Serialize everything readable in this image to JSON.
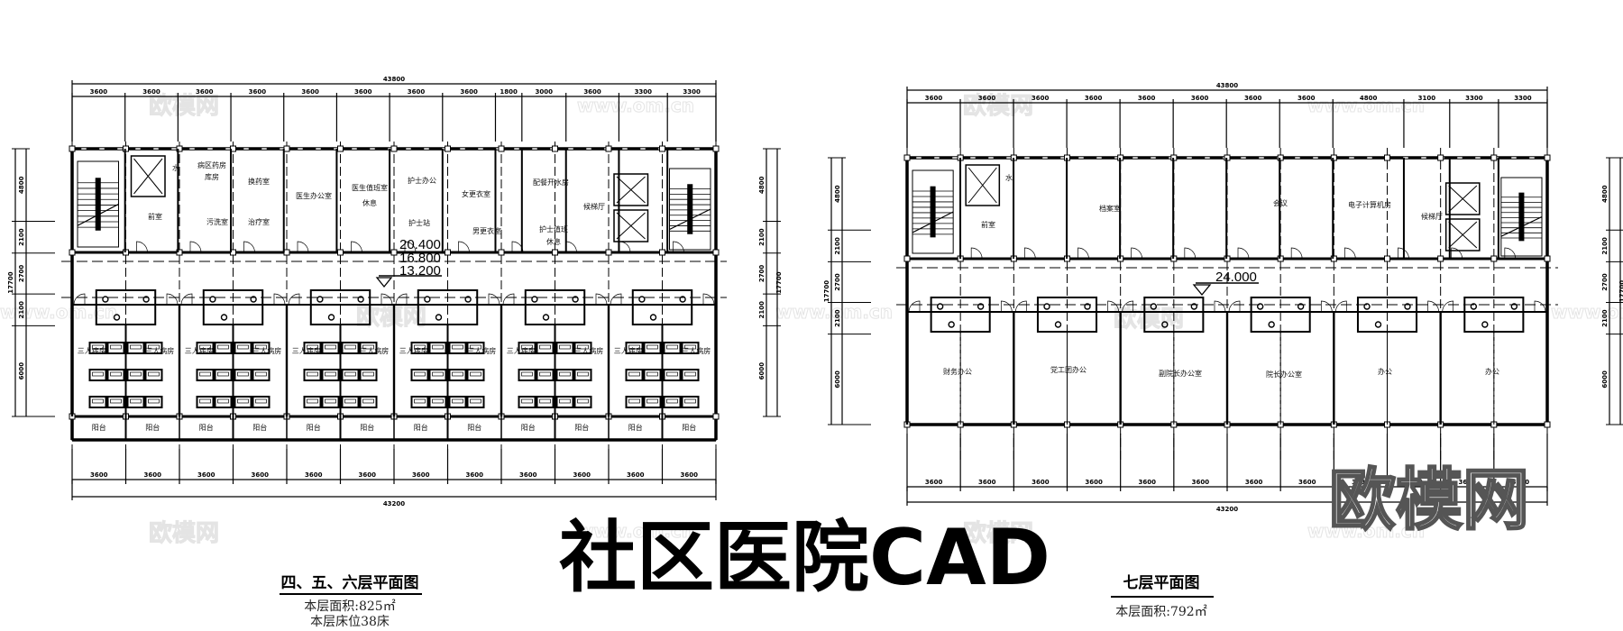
{
  "main_title": "社区医院CAD",
  "watermark": {
    "brand": "欧模网",
    "url": "www.om.cn"
  },
  "plan_left": {
    "title": "四、五、六层平面图",
    "area": "本层面积:825㎡",
    "beds": "本层床位38床",
    "top_total": "43800",
    "top_bays": [
      "3600",
      "3600",
      "3600",
      "3600",
      "3600",
      "3600",
      "3600",
      "3600",
      "1800",
      "3000",
      "3600",
      "3300",
      "3300"
    ],
    "bottom_total": "43200",
    "bottom_bays": [
      "3600",
      "3600",
      "3600",
      "3600",
      "3600",
      "3600",
      "3600",
      "3600",
      "3600",
      "3600",
      "3600",
      "3600"
    ],
    "side_total": "17700",
    "side_segments": [
      "4800",
      "2100",
      "2700",
      "2100",
      "6000"
    ],
    "rooms": {
      "pharmacy": "病区药房",
      "storage": "库房",
      "water": "水",
      "anteroom": "前室",
      "dressing": "换药室",
      "dirty_wash": "污洗室",
      "treatment": "治疗室",
      "doctor_office": "医生办公室",
      "doctor_duty": "医生值班室",
      "doctor_rest": "休息",
      "nurse_office": "护士办公",
      "nurse_station": "护士站",
      "female_locker": "女更衣室",
      "male_locker": "男更衣室",
      "pantry": "配餐开水房",
      "nurse_duty": "护士值班",
      "nurse_rest": "休息",
      "elevator_lobby": "候梯厅"
    },
    "elevations": [
      "20.400",
      "16.800",
      "13.200"
    ],
    "ward_label": "三人病房",
    "balcony_label": "阳台"
  },
  "plan_right": {
    "title": "七层平面图",
    "area": "本层面积:792㎡",
    "top_total": "43800",
    "top_bays": [
      "3600",
      "3600",
      "3600",
      "3600",
      "3600",
      "3600",
      "3600",
      "3600",
      "4800",
      "3100",
      "3300",
      "3300"
    ],
    "bottom_total": "43200",
    "bottom_bays": [
      "3600",
      "3600",
      "3600",
      "3600",
      "3600",
      "3600",
      "3600",
      "3600",
      "3600",
      "3600",
      "3600",
      "3600"
    ],
    "side_total": "17700",
    "side_segments": [
      "4800",
      "2100",
      "2700",
      "2100",
      "6000"
    ],
    "rooms": {
      "water": "水",
      "anteroom": "前室",
      "archive": "档案室",
      "meeting": "会议",
      "computer": "电子计算机房",
      "elevator_lobby": "候梯厅"
    },
    "offices": [
      "财务办公",
      "党工团办公",
      "副院长办公室",
      "院长办公室",
      "办公",
      "办公"
    ],
    "elevation": "24.000"
  }
}
